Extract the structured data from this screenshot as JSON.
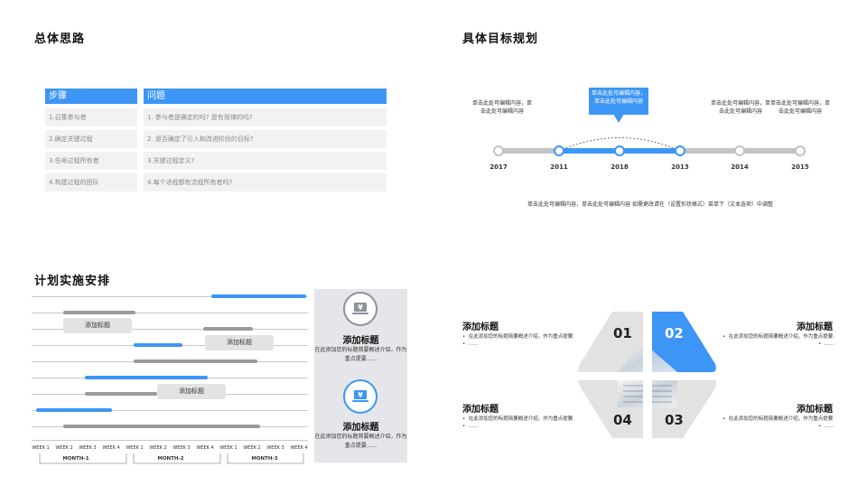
{
  "sections": {
    "overall": "总体思路",
    "goals": "具体目标规划",
    "plan": "计划实施安排"
  },
  "table": {
    "col_step": "步骤",
    "col_question": "问题",
    "rows": [
      {
        "step": "1.召集参与者",
        "question": "1. 参与者是确定的吗? 是有规律的吗?"
      },
      {
        "step": "2.确定关键过程",
        "question": "2. 是否确定了引入和改进阶段的目标?"
      },
      {
        "step": "3.任命过程所有者",
        "question": "3.关键过程定义?"
      },
      {
        "step": "4.构建过程的团队",
        "question": "4.每个进程都有流程所有者吗?"
      }
    ]
  },
  "timeline": {
    "left_note_1": "单击此处可编辑内容，单",
    "left_note_2": "击此处可编辑内容",
    "callout_1": "单击此处可编辑内容，",
    "callout_2": "单击此处可编辑内容",
    "right_note_a_1": "单击此处可编辑内容，单",
    "right_note_a_2": "击此处可编辑内容",
    "right_note_b_1": "单击此处可编辑内容，单",
    "right_note_b_2": "击此处可编辑内容",
    "years": [
      "2017",
      "2011",
      "2018",
      "2013",
      "2014",
      "2015"
    ],
    "footer": "单击此处可编辑内容，单击此处可编辑内容 如需更改请在（设置形状格式）菜单下（文本选项）中调整"
  },
  "gantt": {
    "labels": [
      "添加标题",
      "添加标题",
      "添加标题"
    ],
    "weeks": [
      "WEEK 1",
      "WEEK 2",
      "WEEK 3",
      "WEEK 4",
      "WEEK 1",
      "WEEK 2",
      "WEEK 3",
      "WEEK 4",
      "WEEK 1",
      "WEEK 2",
      "WEEK 3",
      "WEEK 4"
    ],
    "months": [
      "MONTH-1",
      "MONTH-2",
      "MONTH-3"
    ]
  },
  "panel": {
    "icon": "yen-laptop-icon",
    "item1_title": "添加标题",
    "item1_desc_1": "在此添加您的标题简要概述介绍，作为",
    "item1_desc_2": "重点提要......",
    "item2_title": "添加标题",
    "item2_desc_1": "在此添加您的标题简要概述介绍，作为",
    "item2_desc_2": "重点提要......"
  },
  "quadrant": {
    "nums": [
      "01",
      "02",
      "03",
      "04"
    ],
    "tl_title": "添加标题",
    "tl_b1": "在此添加您的标题简要概述介绍，作为重点提要.",
    "tl_b2": "......",
    "tr_title": "添加标题",
    "tr_b1": "在此添加您的标题简要概述介绍，作为重点提要.",
    "tr_b2": "......",
    "bl_title": "添加标题",
    "bl_b1": "在此添加您的标题简要概述介绍，作为重点提要.",
    "bl_b2": "......",
    "br_title": "添加标题",
    "br_b1": "在此添加您的标题简要概述介绍，作为重点提要.",
    "br_b2": "......"
  },
  "colors": {
    "accent": "#3d96f5",
    "gray": "#9a9a9a",
    "light": "#f2f2f2"
  }
}
